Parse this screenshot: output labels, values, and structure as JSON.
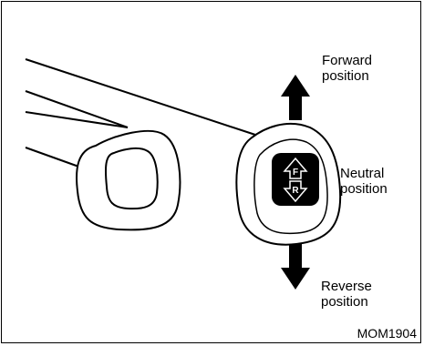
{
  "labels": {
    "forward": [
      "Forward",
      "position"
    ],
    "neutral": [
      "Neutral",
      "position"
    ],
    "reverse": [
      "Reverse",
      "position"
    ]
  },
  "switch_letters": {
    "top": "F",
    "bottom": "R"
  },
  "figure_code": "MOM1904"
}
